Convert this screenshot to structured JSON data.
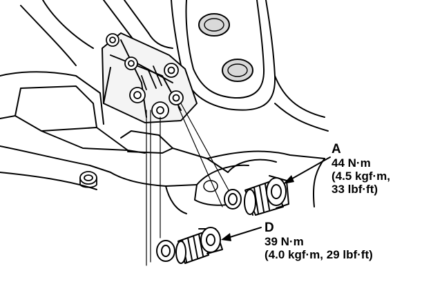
{
  "callouts": {
    "a": {
      "letter": "A",
      "torque_nm": "44 N·m",
      "torque_kgfm": "(4.5 kgf·m,",
      "torque_lbfft": "33 lbf·ft)"
    },
    "d": {
      "letter": "D",
      "torque_nm": "39 N·m",
      "torque_imperial": "(4.0 kgf·m, 29 lbf·ft)"
    }
  },
  "colors": {
    "ink": "#000000",
    "paper": "#ffffff"
  },
  "icons": {
    "plug_a": "drain-plug-icon",
    "plug_d": "drain-plug-icon",
    "washer_a": "sealing-washer-icon",
    "washer_d": "sealing-washer-icon"
  }
}
